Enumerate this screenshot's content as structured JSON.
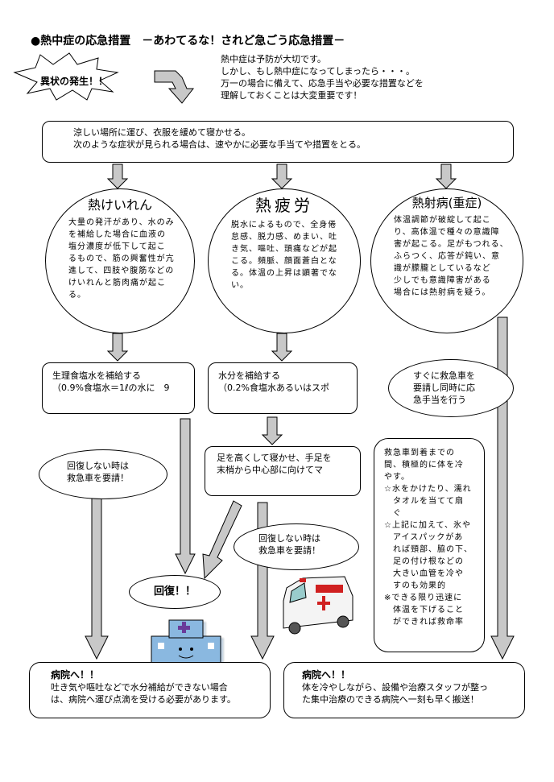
{
  "header": {
    "title": "●熱中症の応急措置　－あわてるな！されど急ごう応急措置－",
    "burst_label": "異状の発生！！",
    "intro": [
      "熱中症は予防が大切です。",
      "しかし、もし熱中症になってしまったら・・・。",
      "万一の場合に備えて、応急手当や必要な措置などを",
      "理解しておくことは大変重要です！"
    ]
  },
  "first_aid": {
    "lines": [
      "涼しい場所に運び、衣服を緩めて寝かせる。",
      "次のような症状が見られる場合は、速やかに必要な手当てや措置をとる。"
    ]
  },
  "cramps": {
    "title": "熱けいれん",
    "lines": [
      "大量の発汗があり、水のみ",
      "を補給した場合に血液の",
      "塩分濃度が低下して起こ",
      "るもので、筋の興奮性が亢",
      "進して、四肢や腹筋などの",
      "けいれんと筋肉痛が起こ",
      "る。"
    ],
    "action_lines": [
      "生理食塩水を補給する",
      "（0.9%食塩水＝1ℓの水に　9"
    ],
    "not_recovered": [
      "回復しない時は",
      "救急車を要請！"
    ]
  },
  "exhaustion": {
    "title": "熱疲労",
    "lines": [
      "脱水によるもので、全身倦",
      "怠感、脱力感、めまい、吐",
      "き気、嘔吐、頭痛などが起",
      "こる。頻脈、顔面蒼白とな",
      "る。体温の上昇は顕著でな",
      "い。"
    ],
    "action_lines": [
      "水分を補給する",
      "（0.2%食塩水あるいはスポ"
    ],
    "elevate_lines": [
      "足を高くして寝かせ、手足を",
      "末梢から中心部に向けてマ"
    ],
    "not_recovered": [
      "回復しない時は",
      "救急車を要請！"
    ]
  },
  "heatstroke": {
    "title": "熱射病(重症)",
    "lines": [
      "体温調節が破綻して起こ",
      "り、高体温で種々の意識障",
      "害が起こる。足がもつれる、",
      "ふらつく、応答が鈍い、意",
      "識が朦朧としているなど",
      "少しでも意識障害がある",
      "場合には熱射病を疑う。"
    ],
    "call_lines": [
      "すぐに救急車を",
      "要請し同時に応",
      "急手当を行う"
    ],
    "care_lines": [
      "救急車到着までの",
      "間、積極的に体を冷",
      "やす。",
      "☆水をかけたり、濡れ",
      "　タオルを当てて扇",
      "　ぐ",
      "☆上記に加えて、氷や",
      "　アイスパックがあ",
      "　れば頸部、脇の下、",
      "　足の付け根などの",
      "　大きい血管を冷や",
      "　すのも効果的",
      "※できる限り迅速に",
      "　体温を下げること",
      "　ができれば救命率"
    ]
  },
  "recovery": {
    "label": "回復！！"
  },
  "hospital_left": {
    "title": "病院へ！！",
    "lines": [
      "吐き気や嘔吐などで水分補給ができない場合",
      "は、病院へ運び点滴を受ける必要があります。"
    ]
  },
  "hospital_right": {
    "title": "病院へ！！",
    "lines": [
      "体を冷やしながら、設備や治療スタッフが整っ",
      "た集中治療のできる病院へ一刻も早く搬送！"
    ]
  },
  "colors": {
    "arrow_fill": "#c8c8c8",
    "stroke": "#000000",
    "cross": "#6a3a9a",
    "ambulance_red": "#d02020",
    "building_blue": "#8ab8e0"
  },
  "icons": {
    "hospital": "hospital-building-icon",
    "ambulance": "ambulance-icon"
  }
}
